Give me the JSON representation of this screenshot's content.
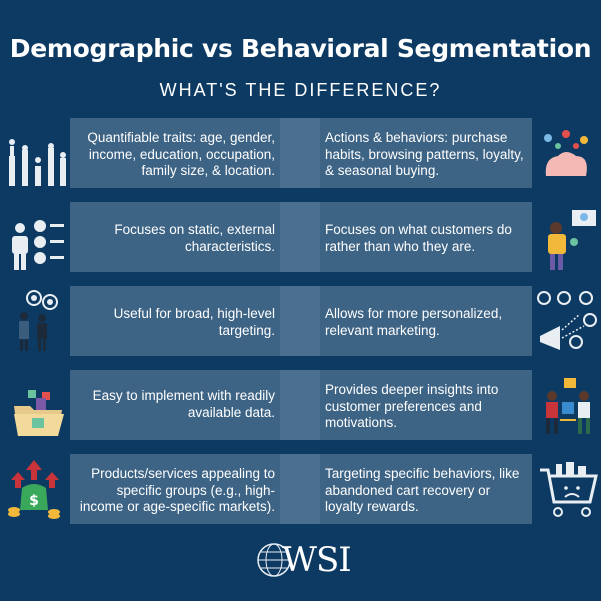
{
  "header": {
    "title": "Demographic vs Behavioral Segmentation",
    "subtitle": "WHAT'S THE DIFFERENCE?"
  },
  "rows": [
    {
      "left": "Quantifiable traits: age, gender, income, education, occupation, family size, & location.",
      "right": "Actions & behaviors: purchase habits, browsing patterns, loyalty, & seasonal buying.",
      "left_icon": "people-height-bars-icon",
      "right_icon": "brain-ideas-icon"
    },
    {
      "left": "Focuses on static, external characteristics.",
      "right": "Focuses on what customers do rather than who they are.",
      "left_icon": "person-checklist-icon",
      "right_icon": "person-browsing-icon"
    },
    {
      "left": "Useful for broad, high-level targeting.",
      "right": "Allows for more personalized, relevant marketing.",
      "left_icon": "people-targets-icon",
      "right_icon": "megaphone-audience-icon"
    },
    {
      "left": "Easy to implement with readily available data.",
      "right": "Provides deeper insights into customer preferences and motivations.",
      "left_icon": "folder-data-icon",
      "right_icon": "people-exchange-icon"
    },
    {
      "left": "Products/services appealing to specific groups (e.g., high-income or age-specific markets).",
      "right": "Targeting specific behaviors, like abandoned cart recovery or loyalty rewards.",
      "left_icon": "money-growth-icon",
      "right_icon": "sad-shopping-cart-icon"
    }
  ],
  "footer": {
    "logo": "WSI"
  },
  "colors": {
    "background": "#0d3a63",
    "band": "#3d6385",
    "accent_red": "#c9343a",
    "accent_yellow": "#f2b83a"
  }
}
